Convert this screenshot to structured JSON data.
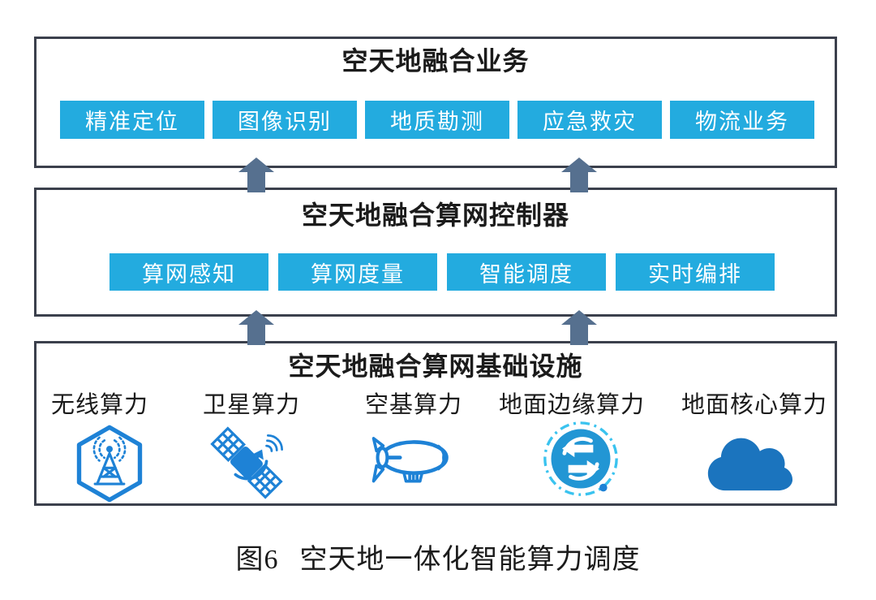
{
  "colors": {
    "accent-cyan": "#23ABDF",
    "border-dark": "#3B404C",
    "arrow-slate": "#56708F",
    "icon-blue": "#1E82D6",
    "icon-dark-blue": "#1B74BE",
    "edge-blue": "#2296D4",
    "ring-cyan": "#3AC3EF"
  },
  "layers": {
    "services": {
      "title": "空天地融合业务",
      "items": [
        "精准定位",
        "图像识别",
        "地质勘测",
        "应急救灾",
        "物流业务"
      ]
    },
    "controller": {
      "title": "空天地融合算网控制器",
      "items": [
        "算网感知",
        "算网度量",
        "智能调度",
        "实时编排"
      ]
    },
    "infrastructure": {
      "title": "空天地融合算网基础设施",
      "nodes": [
        {
          "label": "无线算力",
          "icon": "wireless-tower-hexagon-icon"
        },
        {
          "label": "卫星算力",
          "icon": "satellite-icon"
        },
        {
          "label": "空基算力",
          "icon": "airship-icon"
        },
        {
          "label": "地面边缘算力",
          "icon": "edge-exchange-icon"
        },
        {
          "label": "地面核心算力",
          "icon": "cloud-icon"
        }
      ]
    }
  },
  "caption": {
    "figure_label": "图6",
    "title": "空天地一体化智能算力调度"
  }
}
